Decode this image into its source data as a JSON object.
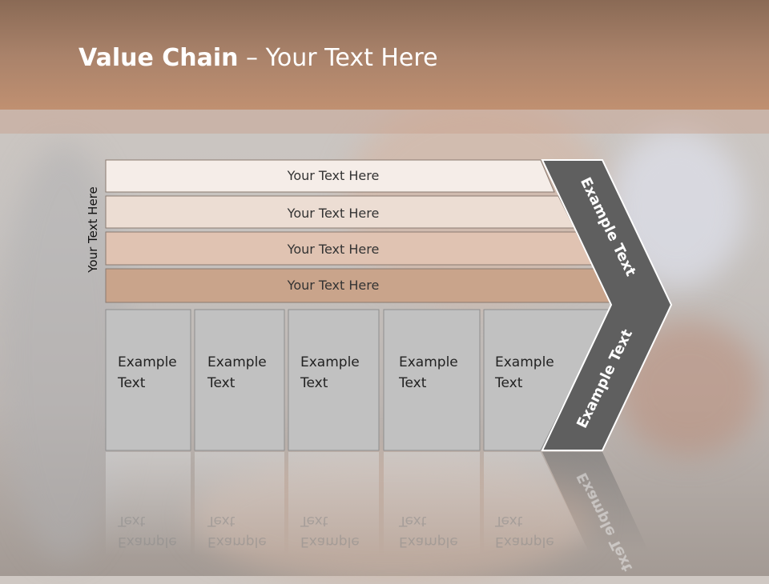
{
  "slide": {
    "title_bold": "Value Chain",
    "title_rest": " – Your Text Here",
    "vertical_label": "Your Text Here"
  },
  "bars": [
    {
      "label": "Your Text Here",
      "fill": "#f5ede8"
    },
    {
      "label": "Your Text Here",
      "fill": "#ecddd3"
    },
    {
      "label": "Your Text Here",
      "fill": "#e0c3b2"
    },
    {
      "label": "Your Text Here",
      "fill": "#c9a48b"
    }
  ],
  "boxes": [
    {
      "line1": "Example",
      "line2": "Text"
    },
    {
      "line1": "Example",
      "line2": "Text"
    },
    {
      "line1": "Example",
      "line2": "Text"
    },
    {
      "line1": "Example",
      "line2": "Text"
    },
    {
      "line1": "Example",
      "line2": "Text"
    }
  ],
  "chevron": {
    "upper_label": "Example Text",
    "lower_label": "Example Text",
    "fill": "#5f5f5f"
  },
  "colors": {
    "header": "#a9826a",
    "box_fill": "#c1c1c1"
  }
}
